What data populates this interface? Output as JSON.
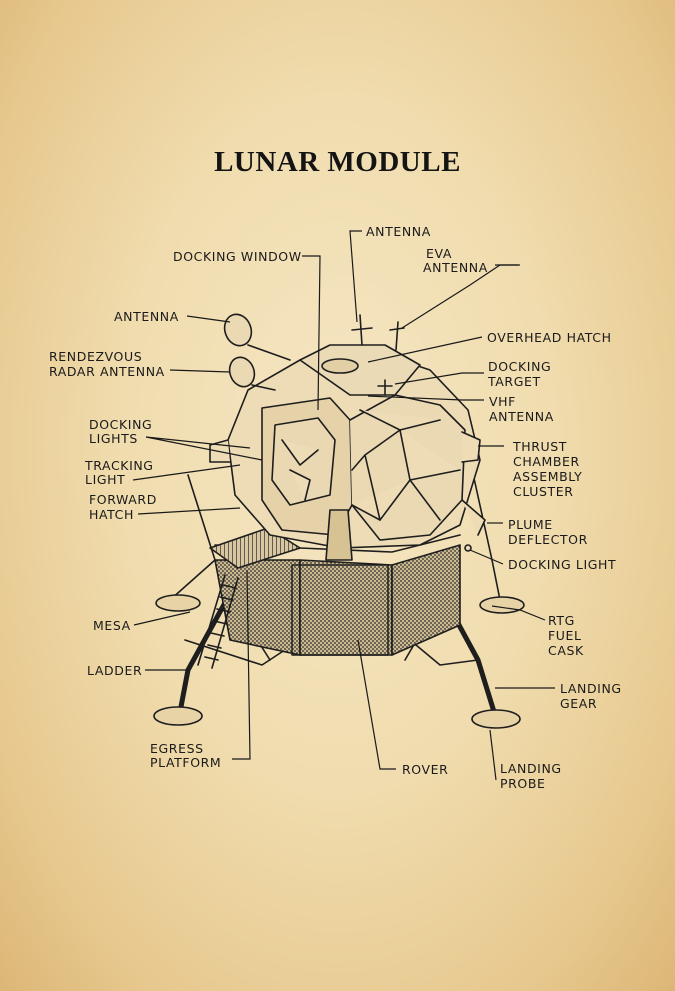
{
  "title": "LUNAR MODULE",
  "labels": {
    "antenna_top": "ANTENNA",
    "docking_window": "DOCKING WINDOW",
    "eva_antenna_1": "EVA",
    "eva_antenna_2": "ANTENNA",
    "antenna_left": "ANTENNA",
    "overhead_hatch": "OVERHEAD HATCH",
    "rendezvous_1": "RENDEZVOUS",
    "rendezvous_2": "RADAR ANTENNA",
    "docking_target_1": "DOCKING",
    "docking_target_2": "TARGET",
    "vhf_1": "VHF",
    "vhf_2": "ANTENNA",
    "docking_lights_1": "DOCKING",
    "docking_lights_2": "LIGHTS",
    "thrust_1": "THRUST",
    "thrust_2": "CHAMBER",
    "thrust_3": "ASSEMBLY",
    "thrust_4": "CLUSTER",
    "tracking_1": "TRACKING",
    "tracking_2": "LIGHT",
    "forward_1": "FORWARD",
    "forward_2": "HATCH",
    "plume_1": "PLUME",
    "plume_2": "DEFLECTOR",
    "docking_light": "DOCKING LIGHT",
    "mesa": "MESA",
    "rtg_1": "RTG",
    "rtg_2": "FUEL",
    "rtg_3": "CASK",
    "ladder": "LADDER",
    "landing_gear_1": "LANDING",
    "landing_gear_2": "GEAR",
    "egress_1": "EGRESS",
    "egress_2": "PLATFORM",
    "rover": "ROVER",
    "landing_probe_1": "LANDING",
    "landing_probe_2": "PROBE"
  },
  "colors": {
    "ink": "#1a1a1a",
    "paper": "#efd8a5"
  }
}
